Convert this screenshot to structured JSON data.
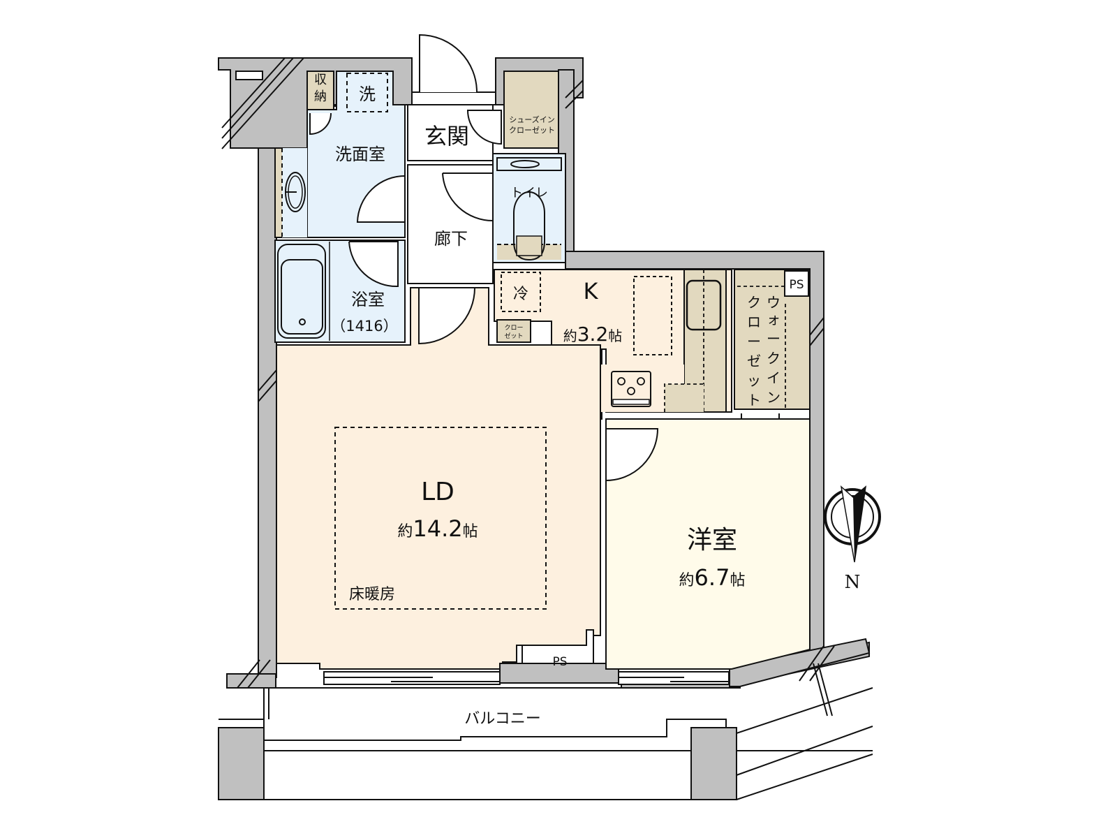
{
  "colors": {
    "wall": "#c0c0c0",
    "wet_area": "#e6f2fb",
    "ld_floor": "#fdf0df",
    "western_room": "#fffbea",
    "storage": "#e2d9bf",
    "white": "#ffffff",
    "line": "#111111"
  },
  "rooms": {
    "storage_small": {
      "line1": "収",
      "line2": "納"
    },
    "washer": {
      "label": "洗"
    },
    "entrance": {
      "label": "玄関"
    },
    "shoe_closet": {
      "line1": "シューズイン",
      "line2": "クローゼット"
    },
    "washroom": {
      "label": "洗面室"
    },
    "toilet": {
      "label": "トイレ"
    },
    "hallway": {
      "label": "廊下"
    },
    "bathroom": {
      "label": "浴室",
      "size": "（1416）"
    },
    "fridge": {
      "label": "冷"
    },
    "kitchen": {
      "label": "K",
      "area_prefix": "約",
      "area_value": "3.2",
      "area_unit": "帖"
    },
    "closet_small": {
      "line1": "クロー",
      "line2": "ゼット"
    },
    "walk_in_closet": {
      "col1": [
        "ウ",
        "ォ",
        "ー",
        "ク",
        "イ",
        "ン"
      ],
      "col2": [
        "ク",
        "ロ",
        "ー",
        "ゼ",
        "ッ",
        "ト"
      ]
    },
    "ps_top": {
      "label": "PS"
    },
    "ld": {
      "label": "LD",
      "area_prefix": "約",
      "area_value": "14.2",
      "area_unit": "帖",
      "note": "床暖房"
    },
    "western": {
      "label": "洋室",
      "area_prefix": "約",
      "area_value": "6.7",
      "area_unit": "帖"
    },
    "ps_bottom": {
      "label": "PS"
    },
    "balcony": {
      "label": "バルコニー"
    }
  },
  "compass": {
    "icon": "north-arrow-icon",
    "label": "N"
  }
}
